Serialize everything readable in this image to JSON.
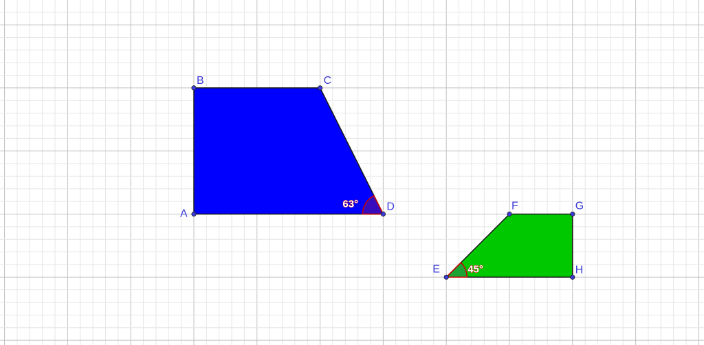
{
  "view": {
    "grid_minor_color": "#e6e6e6",
    "grid_major_color": "#c0c0c0",
    "background": "#ffffff"
  },
  "shapes": [
    {
      "name": "quad-abcd",
      "fill": "#0000ff",
      "points": [
        {
          "label": "A",
          "x": 0,
          "y": 0
        },
        {
          "label": "B",
          "x": 0,
          "y": 2
        },
        {
          "label": "C",
          "x": 2,
          "y": 2
        },
        {
          "label": "D",
          "x": 3,
          "y": 0
        }
      ],
      "angle": {
        "label": "63°",
        "vertex": "D"
      }
    },
    {
      "name": "quad-efgh",
      "fill": "#00c800",
      "points": [
        {
          "label": "E",
          "x": 4,
          "y": -1
        },
        {
          "label": "F",
          "x": 5,
          "y": 0
        },
        {
          "label": "G",
          "x": 6,
          "y": 0
        },
        {
          "label": "H",
          "x": 6,
          "y": -1
        }
      ],
      "angle": {
        "label": "45°",
        "vertex": "E"
      }
    }
  ],
  "colors": {
    "point": "#3b3bd8",
    "edge": "#1a1a1a",
    "angle_arc": "#cc0000",
    "angle_fill": "#2e8b57"
  }
}
